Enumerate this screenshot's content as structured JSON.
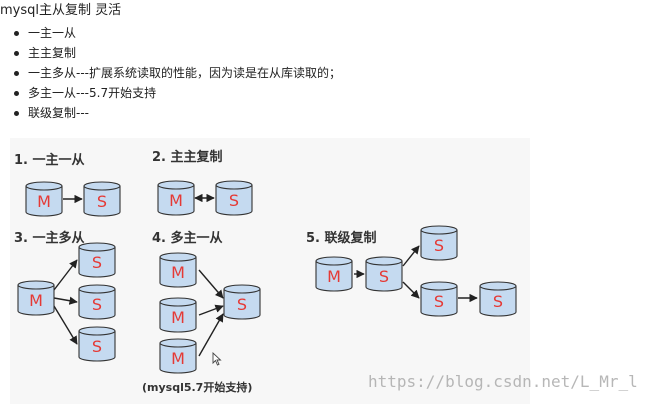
{
  "title": "mysql主从复制 灵活",
  "bullets": [
    "一主一从",
    "主主复制",
    "一主多从---扩展系统读取的性能，因为读是在从库读取的；",
    "多主一从---5.7开始支持",
    "联级复制---"
  ],
  "figure": {
    "labels": {
      "one_master_one_slave": "1. 一主一从",
      "master_master": "2. 主主复制",
      "one_master_multi_slave": "3. 一主多从",
      "multi_master_one_slave": "4. 多主一从",
      "cascade": "5. 联级复制",
      "mysql_note": "(mysql5.7开始支持)"
    },
    "node_master": "M",
    "node_slave": "S",
    "colors": {
      "db_fill": "#c5daf0",
      "db_stroke": "#333333",
      "db_text": "#e53935"
    }
  },
  "watermark": "https://blog.csdn.net/L_Mr_l",
  "icons": {
    "cursor": "mouse-cursor-icon"
  }
}
